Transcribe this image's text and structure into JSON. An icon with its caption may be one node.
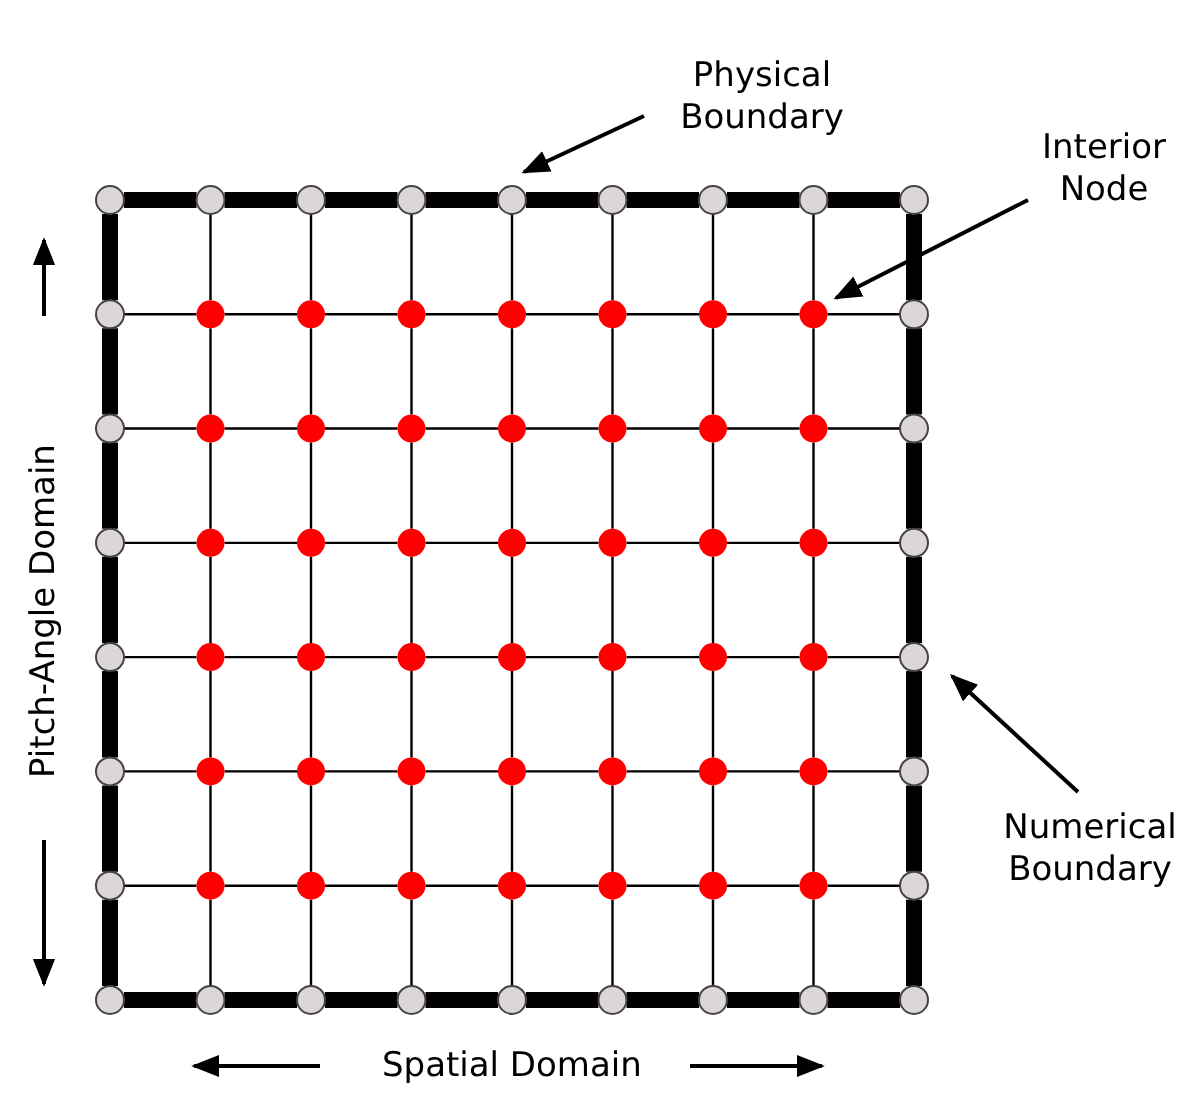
{
  "diagram": {
    "nodes": [
      {
        "text": [
          "Physical Boundary"
        ]
      },
      {
        "text": [],
        "shape": "bar"
      },
      {
        "text": [
          "Interior Node"
        ]
      },
      {
        "text": [],
        "shape": "circle"
      },
      {
        "text": [
          "Numerical Boundary"
        ]
      },
      {
        "text": [],
        "shape": "bar"
      }
    ],
    "edges": [
      {
        "from": 0,
        "to": 1,
        "arrow": "to"
      },
      {
        "from": 2,
        "to": 3,
        "arrow": "to"
      },
      {
        "from": 4,
        "to": 5,
        "arrow": "to"
      }
    ],
    "labels": [
      "Pitch-Angle Domain",
      "Spatial Domain"
    ]
  }
}
